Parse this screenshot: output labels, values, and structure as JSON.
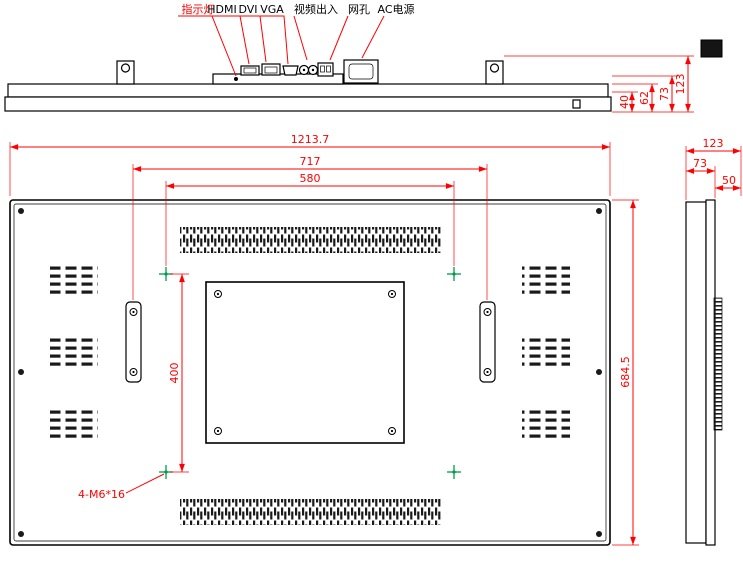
{
  "drawing": {
    "type": "engineering-drawing",
    "subject": "wall-mount LCD monitor outline dimensions"
  },
  "top_view": {
    "labels": {
      "indicator": "指示灯",
      "hdmi": "HDMI",
      "dvi": "DVI",
      "vga": "VGA",
      "video_io": "视频出入",
      "lan": "网孔",
      "ac": "AC电源"
    },
    "dims": {
      "h40": "40",
      "h62": "62",
      "h73": "73",
      "h123": "123"
    }
  },
  "rear_view": {
    "dims": {
      "overall_width": "1213.7",
      "bracket_spacing": "717",
      "mount_hole_width": "580",
      "mount_hole_height": "400",
      "overall_height": "684.5"
    },
    "screw_note": "4-M6*16"
  },
  "side_view": {
    "dims": {
      "overall_depth": "123",
      "body_depth": "73",
      "front_depth": "50"
    }
  },
  "colors": {
    "dimension_line": "#ff0000",
    "outline": "#000000",
    "mount_marker": "#009b48",
    "background": "#ffffff"
  }
}
